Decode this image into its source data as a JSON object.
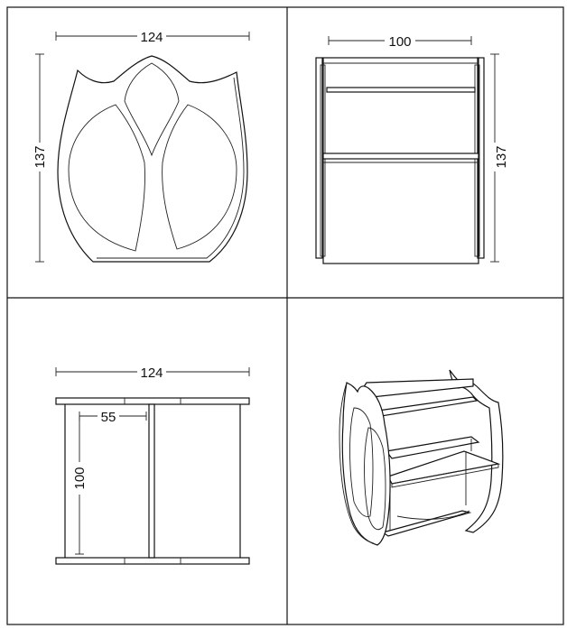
{
  "views": {
    "front": {
      "width_label": "124",
      "height_label": "137"
    },
    "side": {
      "width_label": "100",
      "height_label": "137"
    },
    "top": {
      "width_label": "124",
      "inner_width_label": "55",
      "depth_label": "100"
    },
    "iso": {}
  },
  "colors": {
    "line": "#111111",
    "background": "#ffffff"
  }
}
